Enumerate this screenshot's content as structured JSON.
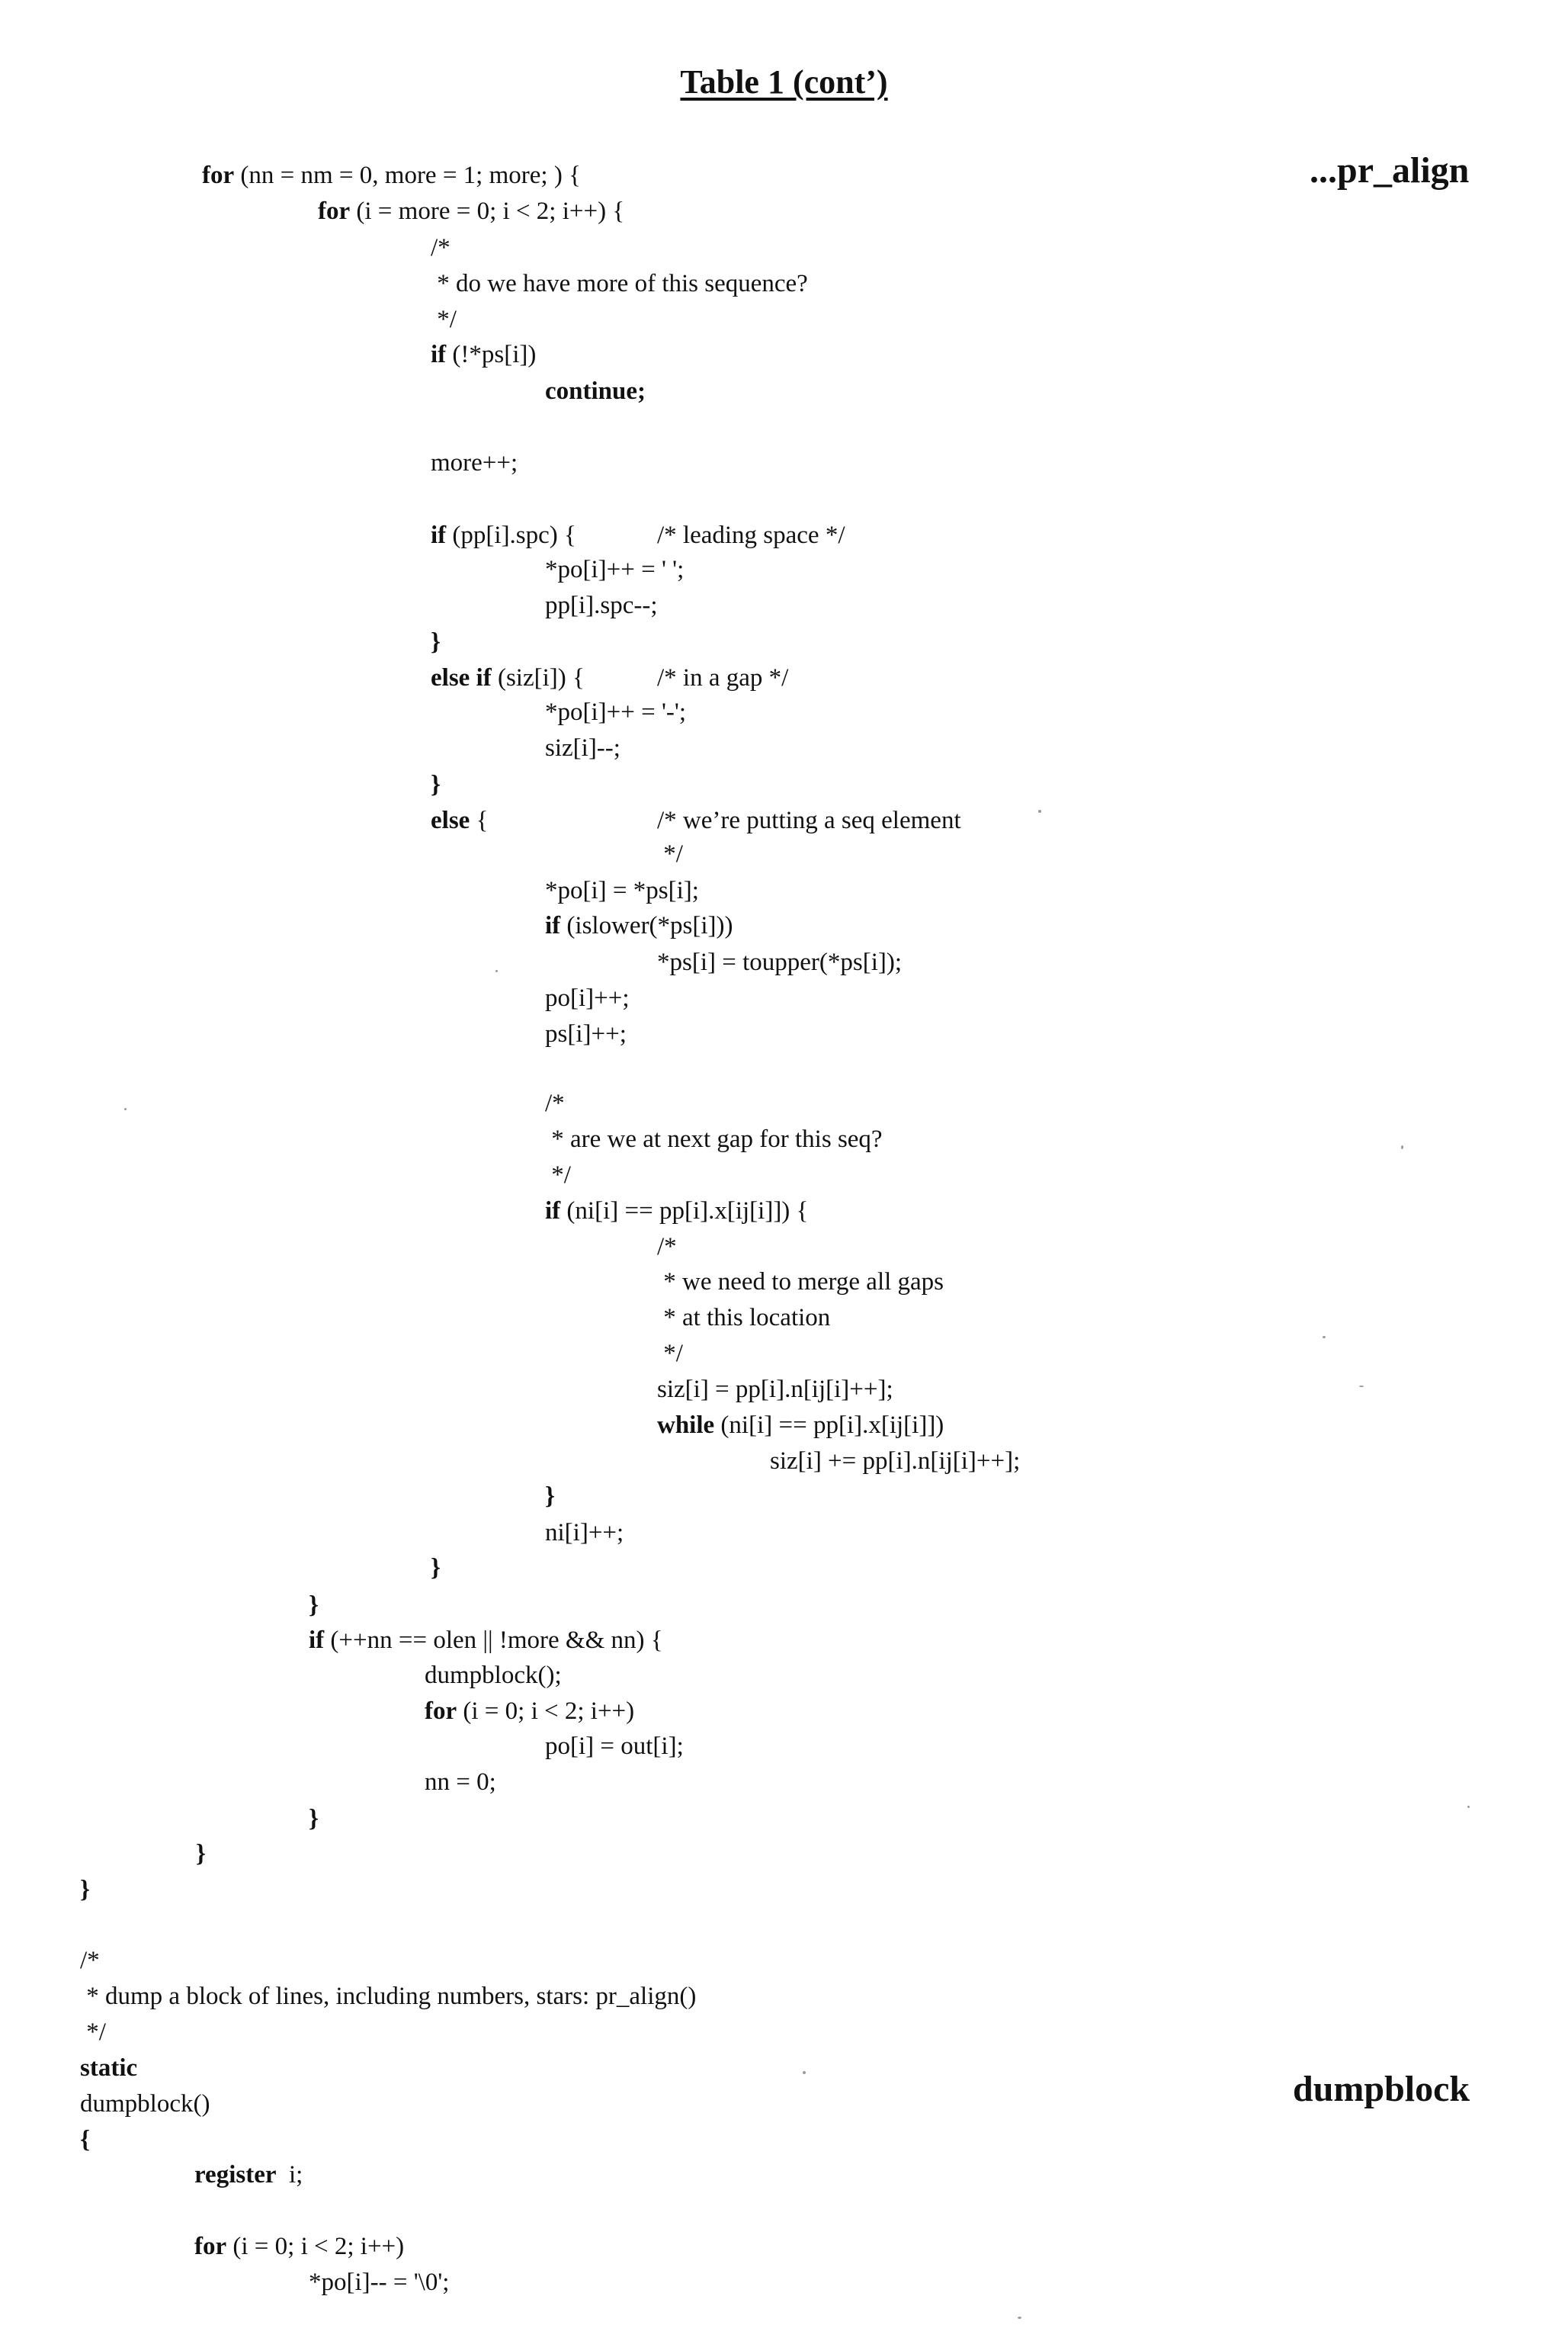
{
  "title": "Table 1 (cont’)",
  "labels": {
    "pr_align": "...pr_align",
    "dumpblock": "dumpblock"
  },
  "code_lines": [
    {
      "segments": [
        {
          "t": "for",
          "b": true
        },
        {
          "t": " (nn = nm = 0, more = 1; more; ) {",
          "b": false
        }
      ]
    },
    {
      "segments": [
        {
          "t": "for",
          "b": true
        },
        {
          "t": " (i = more = 0; i < 2; i++) {",
          "b": false
        }
      ]
    },
    {
      "segments": [
        {
          "t": "/*",
          "b": false
        }
      ]
    },
    {
      "segments": [
        {
          "t": " * do we have more of this sequence?",
          "b": false
        }
      ]
    },
    {
      "segments": [
        {
          "t": " */",
          "b": false
        }
      ]
    },
    {
      "segments": [
        {
          "t": "if",
          "b": true
        },
        {
          "t": " (!*ps[i])",
          "b": false
        }
      ]
    },
    {
      "segments": [
        {
          "t": "continue;",
          "b": true
        }
      ]
    },
    {
      "segments": [
        {
          "t": "more++;",
          "b": false
        }
      ]
    },
    {
      "segments": [
        {
          "t": "if",
          "b": true
        },
        {
          "t": " (pp[i].spc) {",
          "b": false
        }
      ]
    },
    {
      "segments": [
        {
          "t": "/* leading space */",
          "b": false
        }
      ]
    },
    {
      "segments": [
        {
          "t": "*po[i]++ = ' ';",
          "b": false
        }
      ]
    },
    {
      "segments": [
        {
          "t": "pp[i].spc--;",
          "b": false
        }
      ]
    },
    {
      "segments": [
        {
          "t": "}",
          "b": true
        }
      ]
    },
    {
      "segments": [
        {
          "t": "else if",
          "b": true
        },
        {
          "t": " (siz[i]) {",
          "b": false
        }
      ]
    },
    {
      "segments": [
        {
          "t": "/* in a gap */",
          "b": false
        }
      ]
    },
    {
      "segments": [
        {
          "t": "*po[i]++ = '-';",
          "b": false
        }
      ]
    },
    {
      "segments": [
        {
          "t": "siz[i]--;",
          "b": false
        }
      ]
    },
    {
      "segments": [
        {
          "t": "}",
          "b": true
        }
      ]
    },
    {
      "segments": [
        {
          "t": "else",
          "b": true
        },
        {
          "t": " {",
          "b": false
        }
      ]
    },
    {
      "segments": [
        {
          "t": "/* we’re putting a seq element",
          "b": false
        }
      ]
    },
    {
      "segments": [
        {
          "t": " */",
          "b": false
        }
      ]
    },
    {
      "segments": [
        {
          "t": "*po[i] = *ps[i];",
          "b": false
        }
      ]
    },
    {
      "segments": [
        {
          "t": "if",
          "b": true
        },
        {
          "t": " (islower(*ps[i]))",
          "b": false
        }
      ]
    },
    {
      "segments": [
        {
          "t": "*ps[i] = toupper(*ps[i]);",
          "b": false
        }
      ]
    },
    {
      "segments": [
        {
          "t": "po[i]++;",
          "b": false
        }
      ]
    },
    {
      "segments": [
        {
          "t": "ps[i]++;",
          "b": false
        }
      ]
    },
    {
      "segments": [
        {
          "t": "/*",
          "b": false
        }
      ]
    },
    {
      "segments": [
        {
          "t": " * are we at next gap for this seq?",
          "b": false
        }
      ]
    },
    {
      "segments": [
        {
          "t": " */",
          "b": false
        }
      ]
    },
    {
      "segments": [
        {
          "t": "if",
          "b": true
        },
        {
          "t": " (ni[i] == pp[i].x[ij[i]]) {",
          "b": false
        }
      ]
    },
    {
      "segments": [
        {
          "t": "/*",
          "b": false
        }
      ]
    },
    {
      "segments": [
        {
          "t": " * we need to merge all gaps",
          "b": false
        }
      ]
    },
    {
      "segments": [
        {
          "t": " * at this location",
          "b": false
        }
      ]
    },
    {
      "segments": [
        {
          "t": " */",
          "b": false
        }
      ]
    },
    {
      "segments": [
        {
          "t": "siz[i] = pp[i].n[ij[i]++];",
          "b": false
        }
      ]
    },
    {
      "segments": [
        {
          "t": "while",
          "b": true
        },
        {
          "t": " (ni[i] == pp[i].x[ij[i]])",
          "b": false
        }
      ]
    },
    {
      "segments": [
        {
          "t": "siz[i] += pp[i].n[ij[i]++];",
          "b": false
        }
      ]
    },
    {
      "segments": [
        {
          "t": "}",
          "b": true
        }
      ]
    },
    {
      "segments": [
        {
          "t": "ni[i]++;",
          "b": false
        }
      ]
    },
    {
      "segments": [
        {
          "t": "}",
          "b": true
        }
      ]
    },
    {
      "segments": [
        {
          "t": "}",
          "b": true
        }
      ]
    },
    {
      "segments": [
        {
          "t": "if",
          "b": true
        },
        {
          "t": " (++nn == olen || !more && nn) {",
          "b": false
        }
      ]
    },
    {
      "segments": [
        {
          "t": "dumpblock();",
          "b": false
        }
      ]
    },
    {
      "segments": [
        {
          "t": "for",
          "b": true
        },
        {
          "t": " (i = 0; i < 2; i++)",
          "b": false
        }
      ]
    },
    {
      "segments": [
        {
          "t": "po[i] = out[i];",
          "b": false
        }
      ]
    },
    {
      "segments": [
        {
          "t": "nn = 0;",
          "b": false
        }
      ]
    },
    {
      "segments": [
        {
          "t": "}",
          "b": true
        }
      ]
    },
    {
      "segments": [
        {
          "t": "}",
          "b": true
        }
      ]
    },
    {
      "segments": [
        {
          "t": "}",
          "b": true
        }
      ]
    },
    {
      "segments": [
        {
          "t": "/*",
          "b": false
        }
      ]
    },
    {
      "segments": [
        {
          "t": " * dump a block of lines, including numbers, stars: pr_align()",
          "b": false
        }
      ]
    },
    {
      "segments": [
        {
          "t": " */",
          "b": false
        }
      ]
    },
    {
      "segments": [
        {
          "t": "static",
          "b": true
        }
      ]
    },
    {
      "segments": [
        {
          "t": "dumpblock()",
          "b": false
        }
      ]
    },
    {
      "segments": [
        {
          "t": "{",
          "b": true
        }
      ]
    },
    {
      "segments": [
        {
          "t": "register",
          "b": true
        },
        {
          "t": "  i;",
          "b": false
        }
      ]
    },
    {
      "segments": [
        {
          "t": "for",
          "b": true
        },
        {
          "t": " (i = 0; i < 2; i++)",
          "b": false
        }
      ]
    },
    {
      "segments": [
        {
          "t": "*po[i]-- = '\\0';",
          "b": false
        }
      ]
    }
  ]
}
